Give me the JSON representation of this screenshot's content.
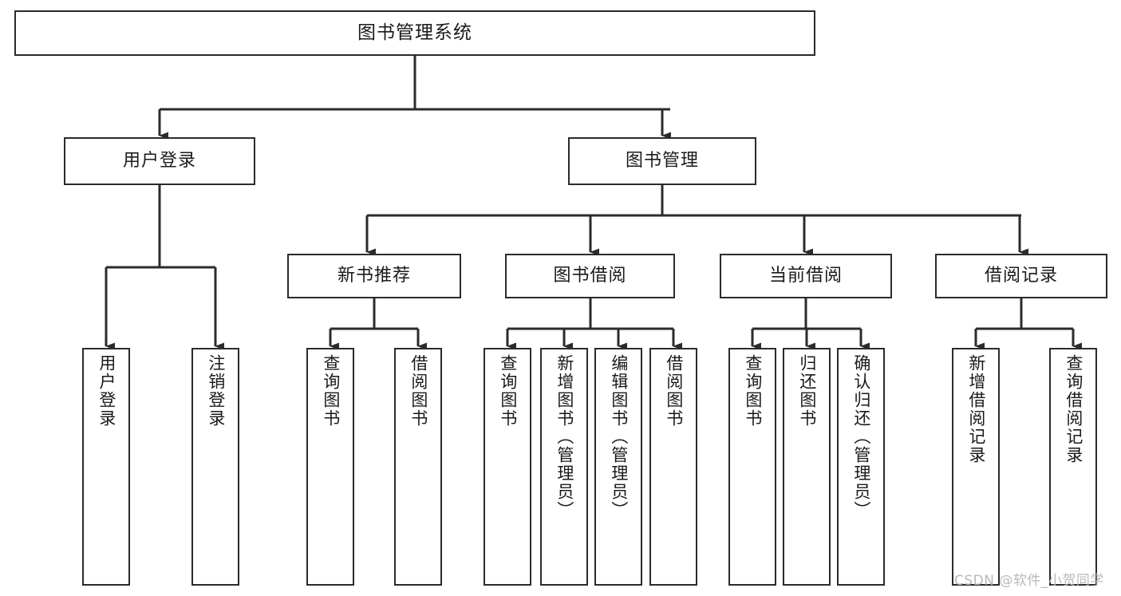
{
  "diagram": {
    "title": "图书管理系统",
    "type": "hierarchy-tree",
    "watermark": "CSDN @软件_小贺同学",
    "colors": {
      "stroke": "#2b2b2b",
      "fill": "#ffffff",
      "text": "#1a1a1a",
      "watermark": "#b9b9b9"
    },
    "levels": {
      "root": {
        "label": "图书管理系统"
      },
      "level2": [
        {
          "label": "用户登录"
        },
        {
          "label": "图书管理"
        }
      ],
      "level3": [
        {
          "label": "新书推荐"
        },
        {
          "label": "图书借阅"
        },
        {
          "label": "当前借阅"
        },
        {
          "label": "借阅记录"
        }
      ],
      "leaves": {
        "user_login": [
          {
            "label": "用户登录"
          },
          {
            "label": "注销登录"
          }
        ],
        "new_book_recommend": [
          {
            "label": "查询图书"
          },
          {
            "label": "借阅图书"
          }
        ],
        "book_borrow": [
          {
            "label": "查询图书"
          },
          {
            "label": "新增图书（管理员）"
          },
          {
            "label": "编辑图书（管理员）"
          },
          {
            "label": "借阅图书"
          }
        ],
        "current_borrow": [
          {
            "label": "查询图书"
          },
          {
            "label": "归还图书"
          },
          {
            "label": "确认归还（管理员）"
          }
        ],
        "borrow_record": [
          {
            "label": "新增借阅记录"
          },
          {
            "label": "查询借阅记录"
          }
        ]
      }
    }
  }
}
